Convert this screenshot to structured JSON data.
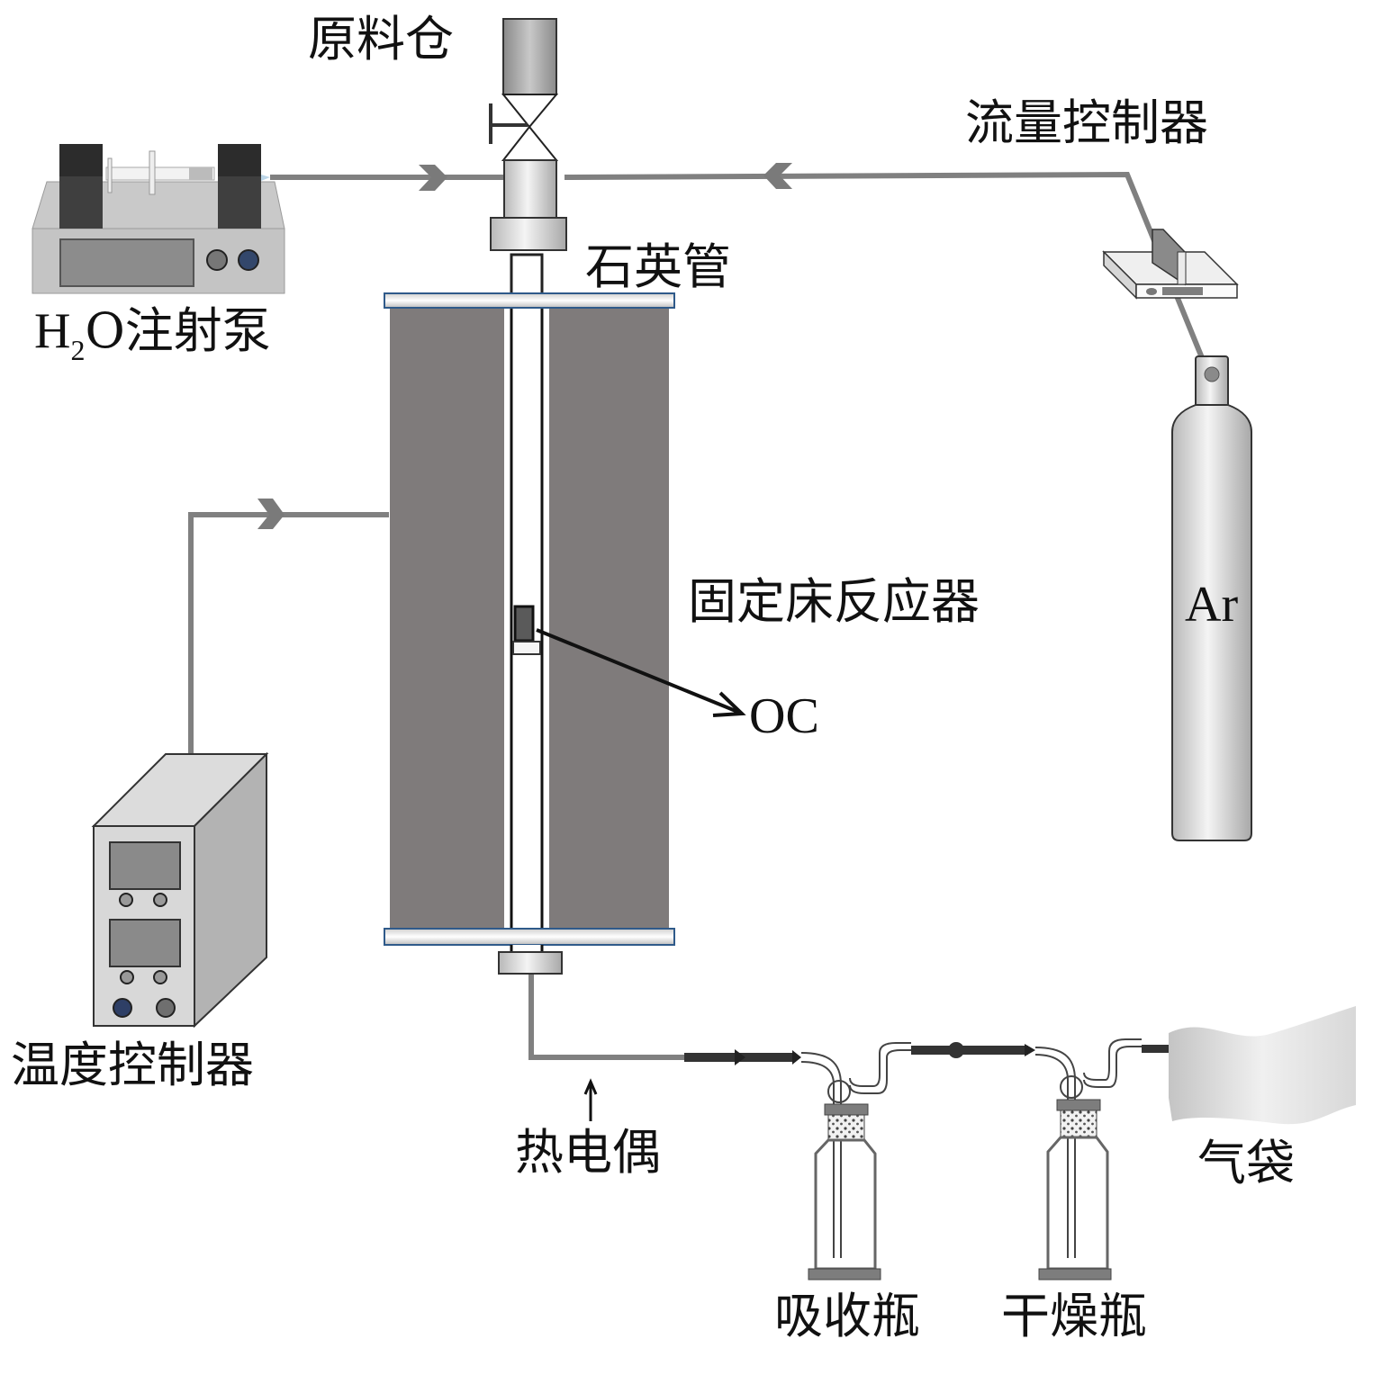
{
  "diagram": {
    "title": "",
    "labels": {
      "feed_hopper": "原料仓",
      "flow_controller": "流量控制器",
      "syringe_pump_prefix": "H",
      "syringe_pump_sub": "2",
      "syringe_pump_suffix": "O注射泵",
      "quartz_tube": "石英管",
      "reactor": "固定床反应器",
      "oxygen_carrier": "OC",
      "argon_cylinder": "Ar",
      "temperature_controller": "温度控制器",
      "thermocouple": "热电偶",
      "absorption_bottle": "吸收瓶",
      "drying_bottle": "干燥瓶",
      "gas_bag": "气袋"
    },
    "connections": [
      {
        "from": "H2O注射泵",
        "to": "石英管",
        "direction": "right"
      },
      {
        "from": "流量控制器",
        "to": "石英管",
        "direction": "left"
      },
      {
        "from": "Ar",
        "to": "流量控制器",
        "direction": "up"
      },
      {
        "from": "温度控制器",
        "to": "固定床反应器",
        "direction": "right"
      },
      {
        "from": "固定床反应器",
        "to": "吸收瓶",
        "direction": "right"
      },
      {
        "from": "吸收瓶",
        "to": "干燥瓶",
        "direction": "right"
      },
      {
        "from": "干燥瓶",
        "to": "气袋",
        "direction": "right"
      }
    ],
    "colors": {
      "pipe": "#808080",
      "furnace": "#7f7b7b",
      "flange_border": "#2f5a8a",
      "device_body": "#d8d8d8",
      "knob_blue": "#2e3f66",
      "text": "#111111"
    }
  }
}
